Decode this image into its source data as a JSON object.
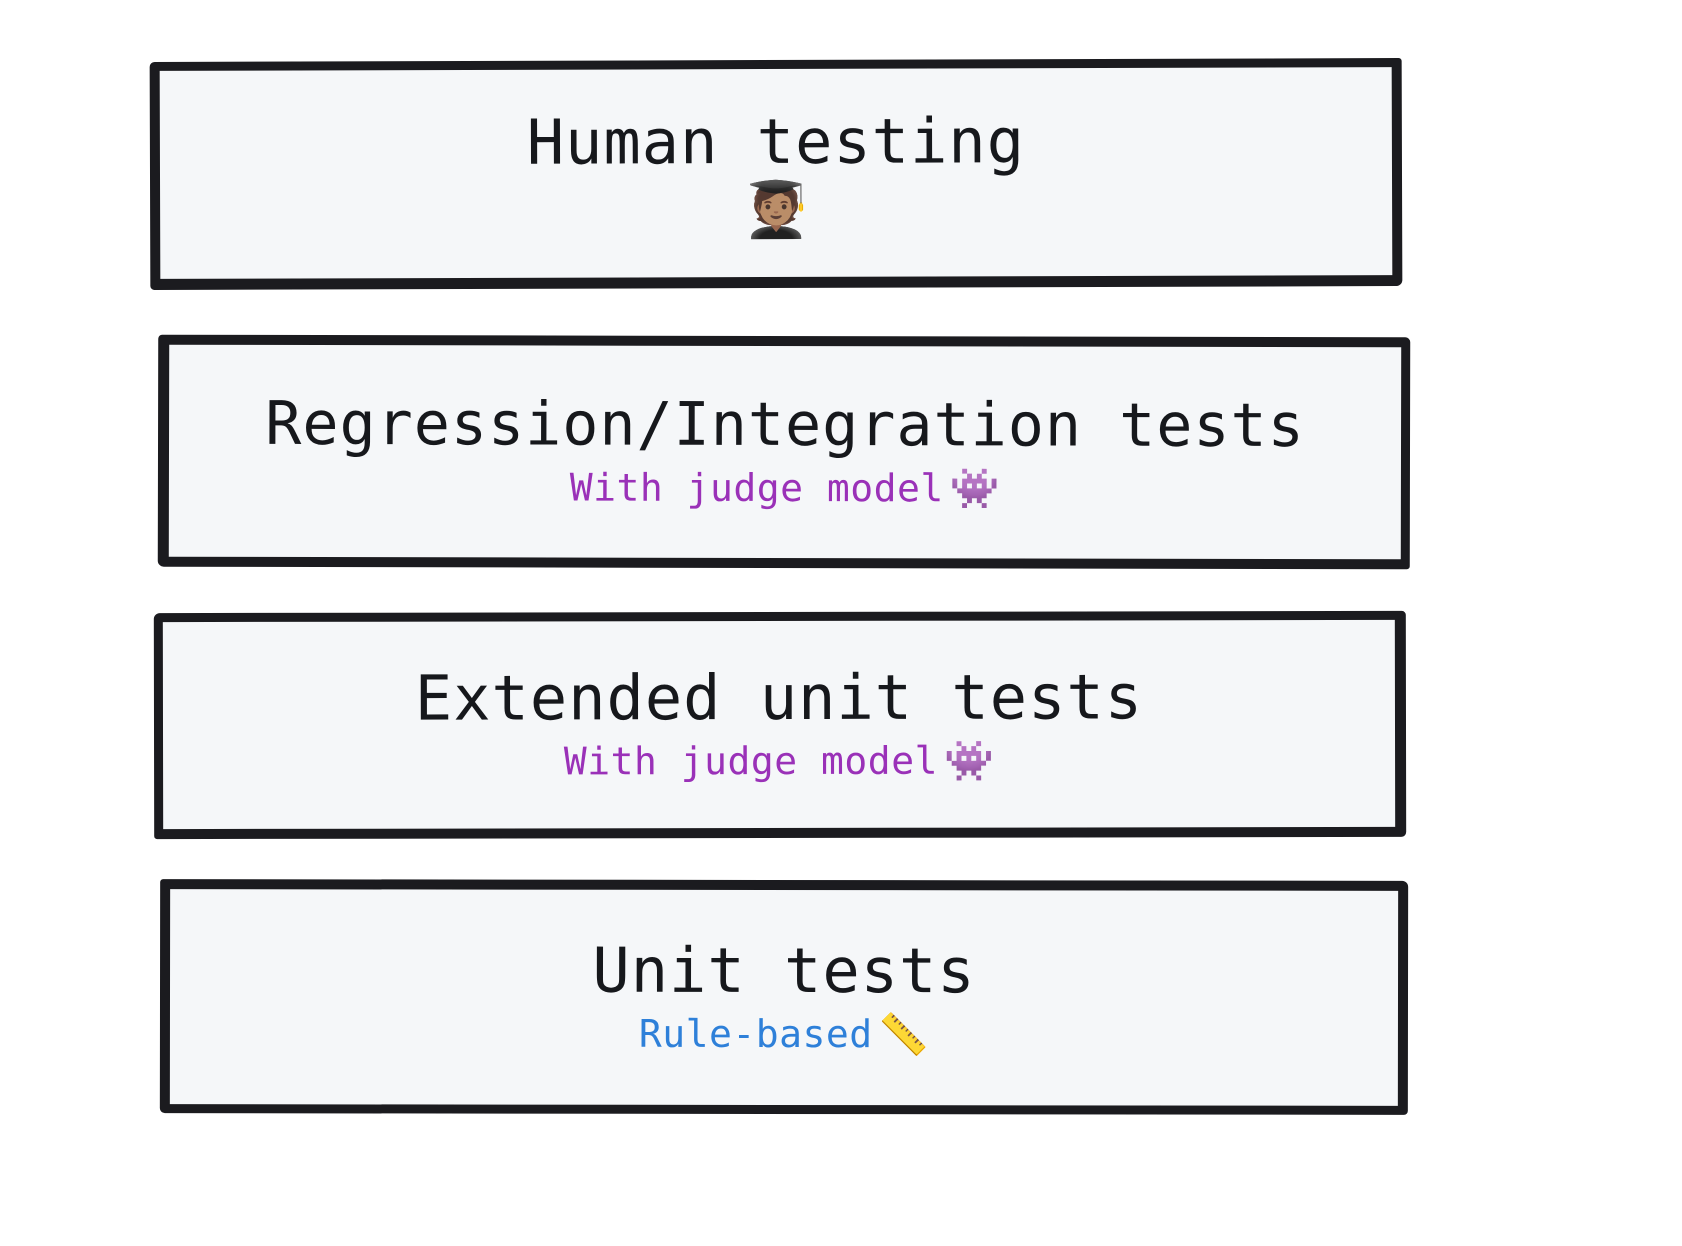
{
  "page": {
    "background_color": "#ffffff",
    "title": "Testing strategy layers"
  },
  "style": {
    "box_fill": "#f5f7f9",
    "box_stroke": "#1b1b1f",
    "title_color": "#16181c",
    "judge_color": "#9a31b8",
    "rule_color": "#2e80d9"
  },
  "layers": [
    {
      "id": "human-testing",
      "title": "Human testing",
      "subtitle": "",
      "emoji": "🧑🏽‍🎓",
      "emoji_name": "student-icon",
      "emoji_placement": "below",
      "subtitle_color": ""
    },
    {
      "id": "regression-integration-tests",
      "title": "Regression/Integration tests",
      "subtitle": "With judge model",
      "emoji": "👾",
      "emoji_name": "alien-monster-icon",
      "emoji_placement": "inline",
      "subtitle_color": "#9a31b8"
    },
    {
      "id": "extended-unit-tests",
      "title": "Extended unit tests",
      "subtitle": "With judge model",
      "emoji": "👾",
      "emoji_name": "alien-monster-icon",
      "emoji_placement": "inline",
      "subtitle_color": "#9a31b8"
    },
    {
      "id": "unit-tests",
      "title": "Unit tests",
      "subtitle": "Rule-based",
      "emoji": "📏",
      "emoji_name": "ruler-icon",
      "emoji_placement": "inline",
      "subtitle_color": "#2e80d9"
    }
  ]
}
